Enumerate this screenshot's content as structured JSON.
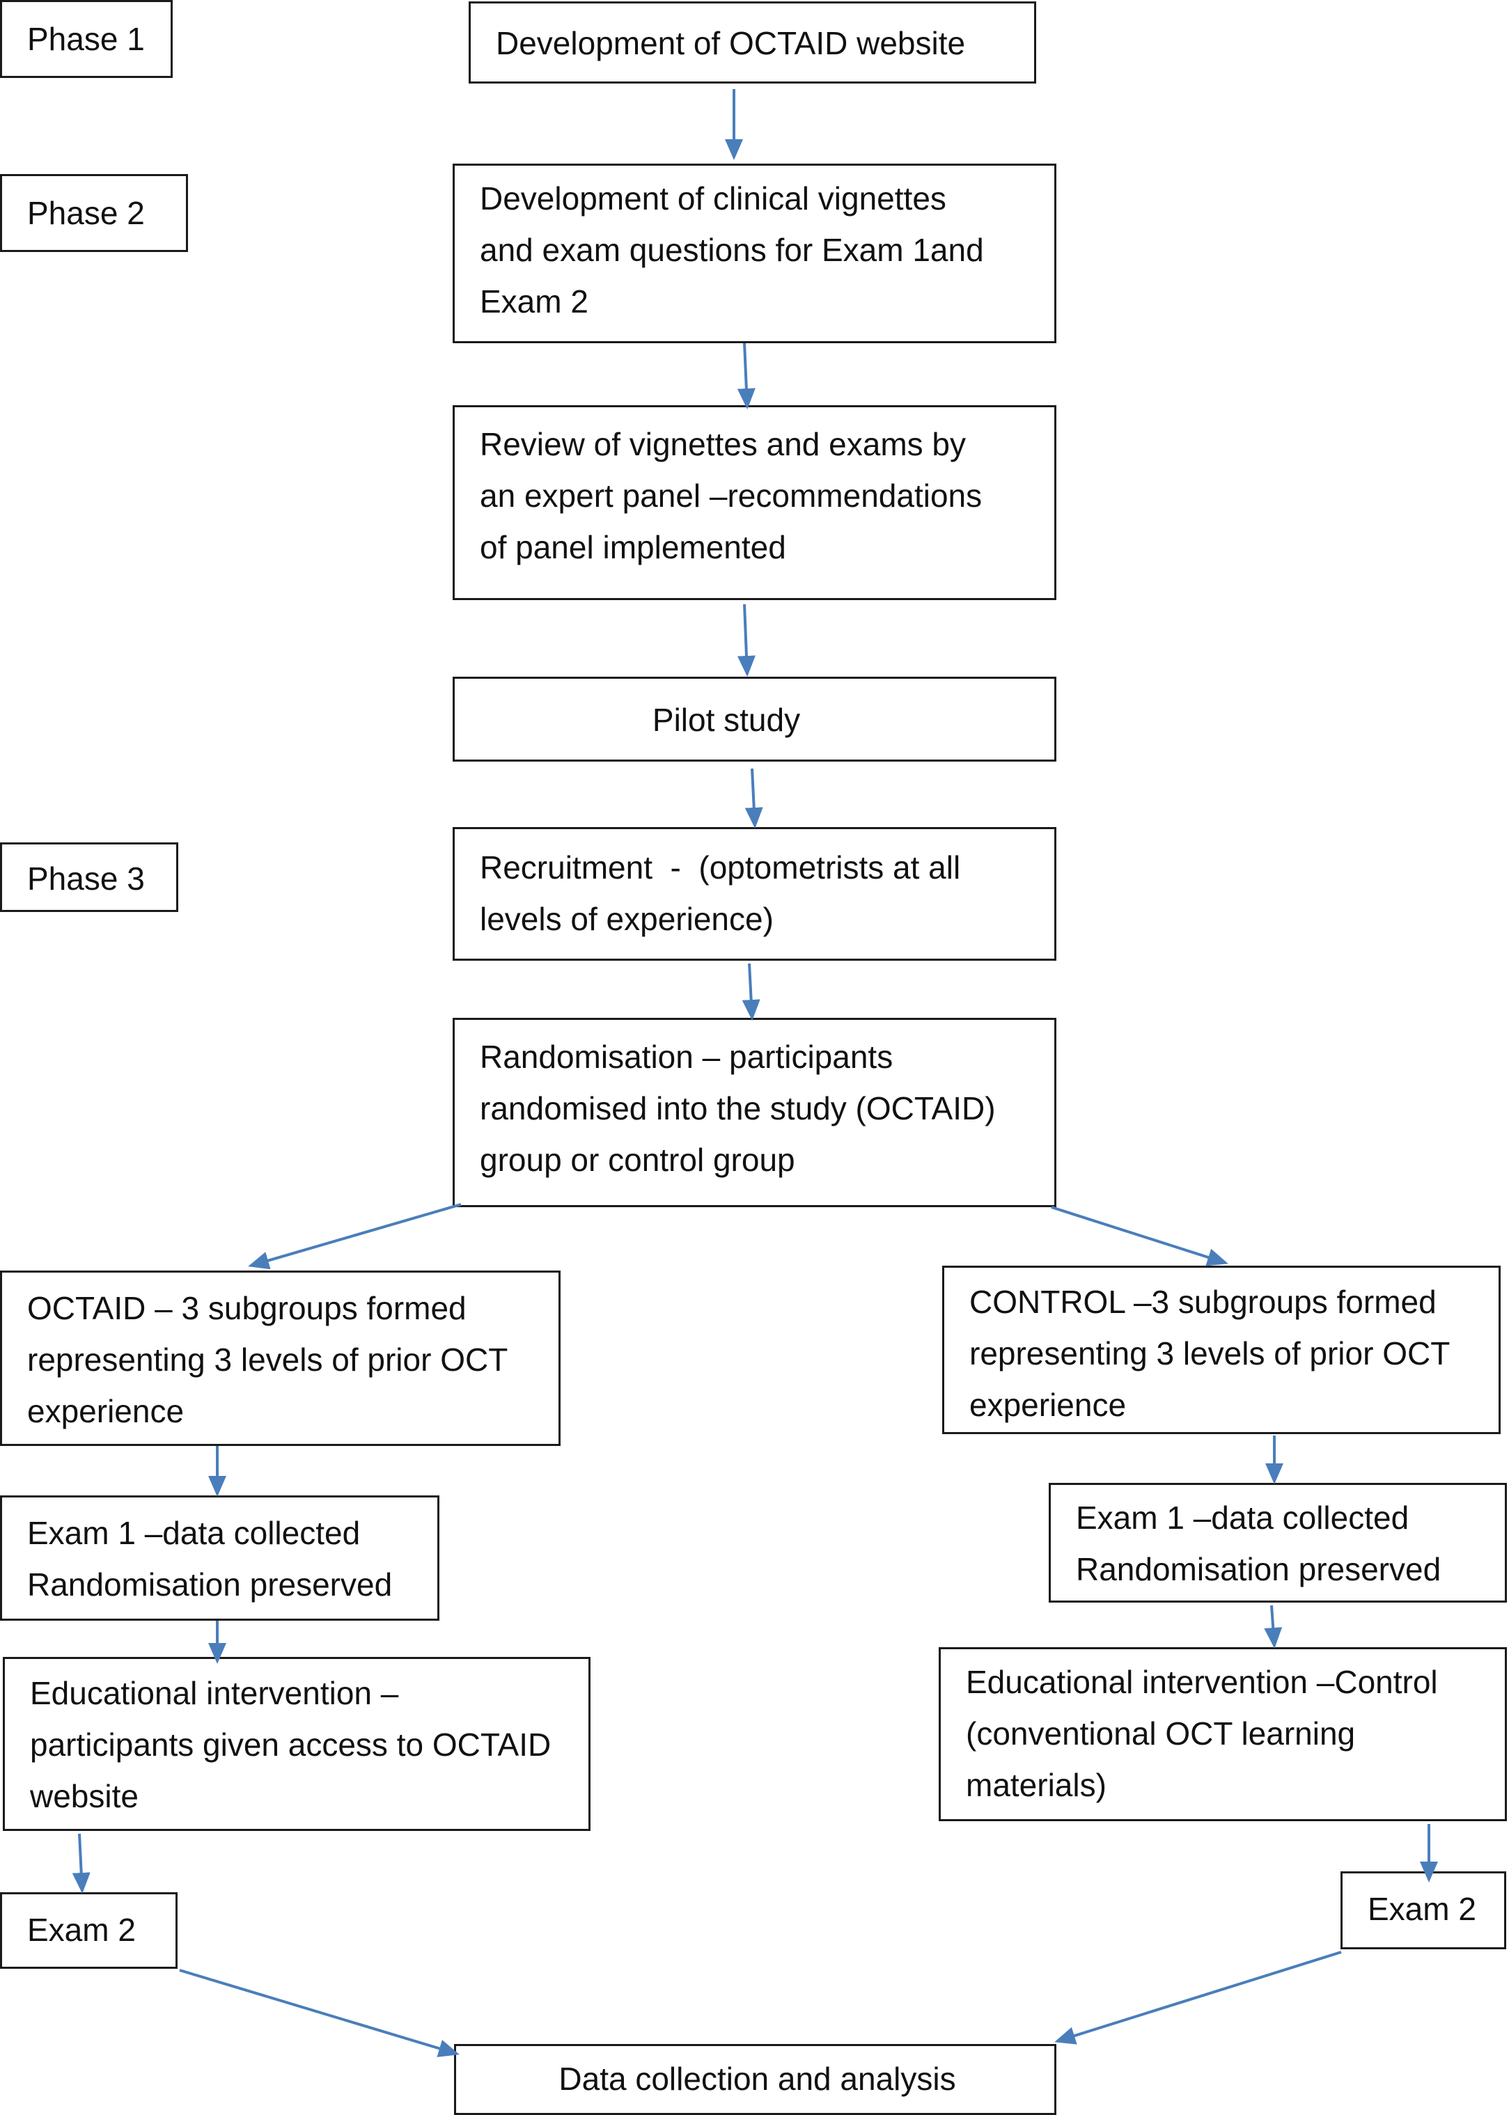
{
  "phases": {
    "phase1": "Phase 1",
    "phase2": "Phase 2",
    "phase3": "Phase 3"
  },
  "steps": {
    "website": "Development of OCTAID website",
    "vignettes": [
      "Development of clinical vignettes",
      "and exam questions for Exam 1and",
      "Exam 2"
    ],
    "review": [
      "Review of vignettes and exams by",
      "an expert panel –recommendations",
      "of panel implemented"
    ],
    "pilot": "Pilot study",
    "recruitment": [
      "Recruitment  -  (optometrists at all",
      "levels of experience)"
    ],
    "randomisation": [
      "Randomisation – participants",
      "randomised into the study (OCTAID)",
      "group or control group"
    ]
  },
  "octaid_arm": {
    "subgroups": [
      "OCTAID – 3 subgroups formed",
      "representing 3 levels of prior OCT",
      "experience"
    ],
    "exam1": [
      "Exam 1 –data collected",
      "Randomisation preserved"
    ],
    "intervention": [
      "Educational intervention –",
      "participants given access to OCTAID",
      "website"
    ],
    "exam2": "Exam 2"
  },
  "control_arm": {
    "subgroups": [
      "CONTROL –3 subgroups formed",
      "representing 3 levels of prior OCT",
      "experience"
    ],
    "exam1": [
      "Exam 1 –data collected",
      "Randomisation preserved"
    ],
    "intervention": [
      "Educational intervention –Control",
      "(conventional OCT learning",
      "materials)"
    ],
    "exam2": "Exam 2"
  },
  "final": "Data collection and analysis",
  "colors": {
    "arrow": "#4a7ebb",
    "border": "#1a1a1a"
  }
}
